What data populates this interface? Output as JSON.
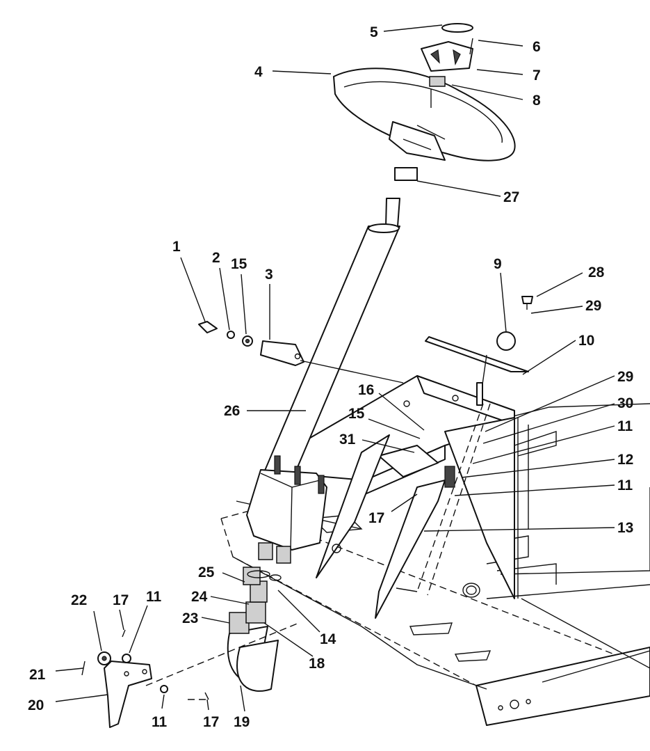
{
  "diagram": {
    "callouts": {
      "c1": "1",
      "c2": "2",
      "c3": "3",
      "c4": "4",
      "c5": "5",
      "c6": "6",
      "c7": "7",
      "c8": "8",
      "c9": "9",
      "c10": "10",
      "c11a": "11",
      "c11b": "11",
      "c11c": "11",
      "c11d": "11",
      "c12": "12",
      "c13": "13",
      "c14": "14",
      "c15a": "15",
      "c15b": "15",
      "c16": "16",
      "c17a": "17",
      "c17b": "17",
      "c17c": "17",
      "c18": "18",
      "c19": "19",
      "c20": "20",
      "c21": "21",
      "c22": "22",
      "c23": "23",
      "c24": "24",
      "c25": "25",
      "c26": "26",
      "c27": "27",
      "c28": "28",
      "c29a": "29",
      "c29b": "29",
      "c30": "30",
      "c31": "31"
    }
  }
}
